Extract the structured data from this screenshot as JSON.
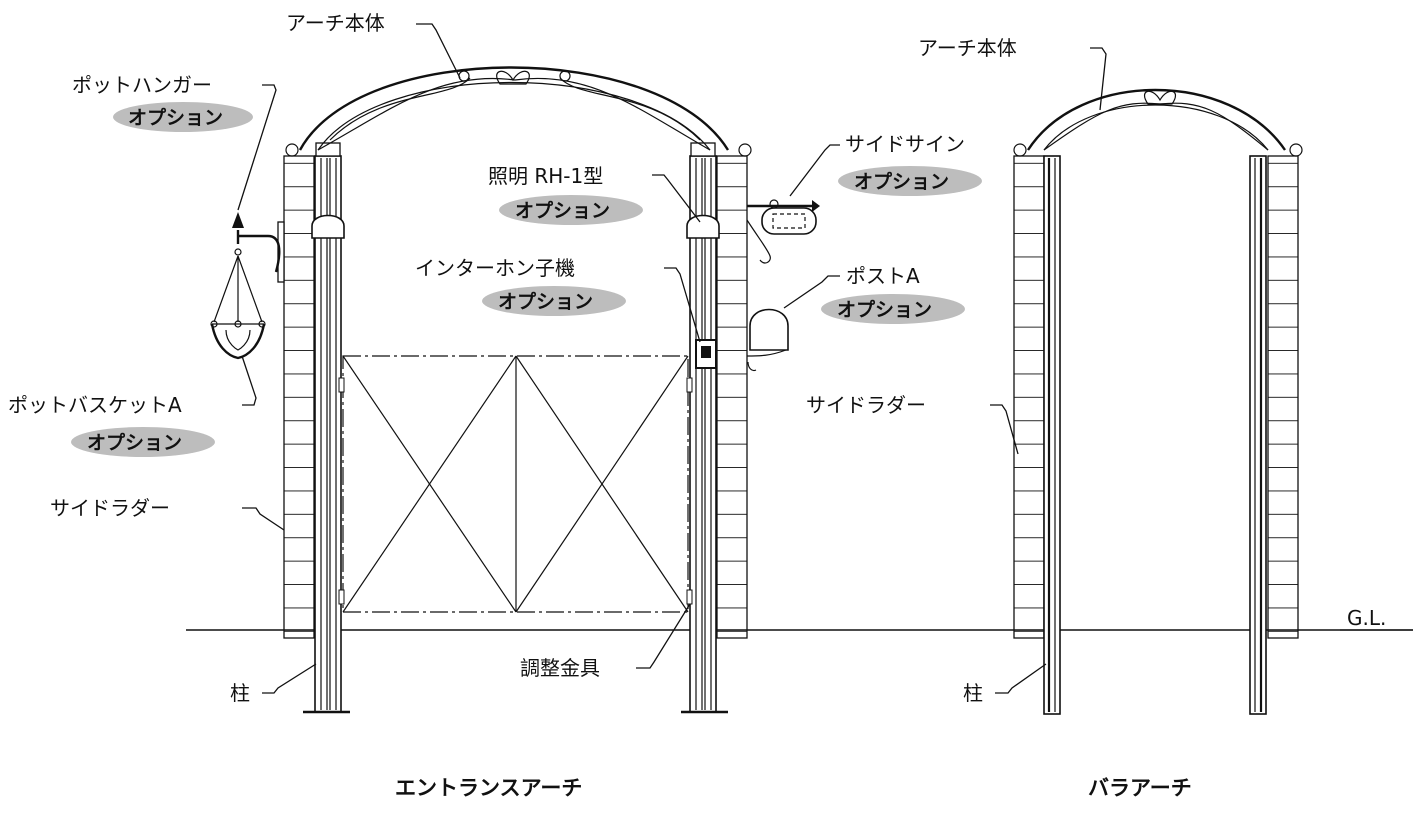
{
  "labels": {
    "arch_body_left": "アーチ本体",
    "arch_body_right": "アーチ本体",
    "pot_hanger": "ポットハンガー",
    "light": "照明 RH-1型",
    "side_sign": "サイドサイン",
    "intercom": "インターホン子機",
    "post_a": "ポストA",
    "pot_basket": "ポットバスケットA",
    "side_ladder_left": "サイドラダー",
    "side_ladder_right": "サイドラダー",
    "pillar_left": "柱",
    "pillar_right": "柱",
    "adjust_fitting": "調整金具",
    "ground_line": "G.L."
  },
  "option_label": "オプション",
  "captions": {
    "entrance_arch": "エントランスアーチ",
    "rose_arch": "バラアーチ"
  }
}
